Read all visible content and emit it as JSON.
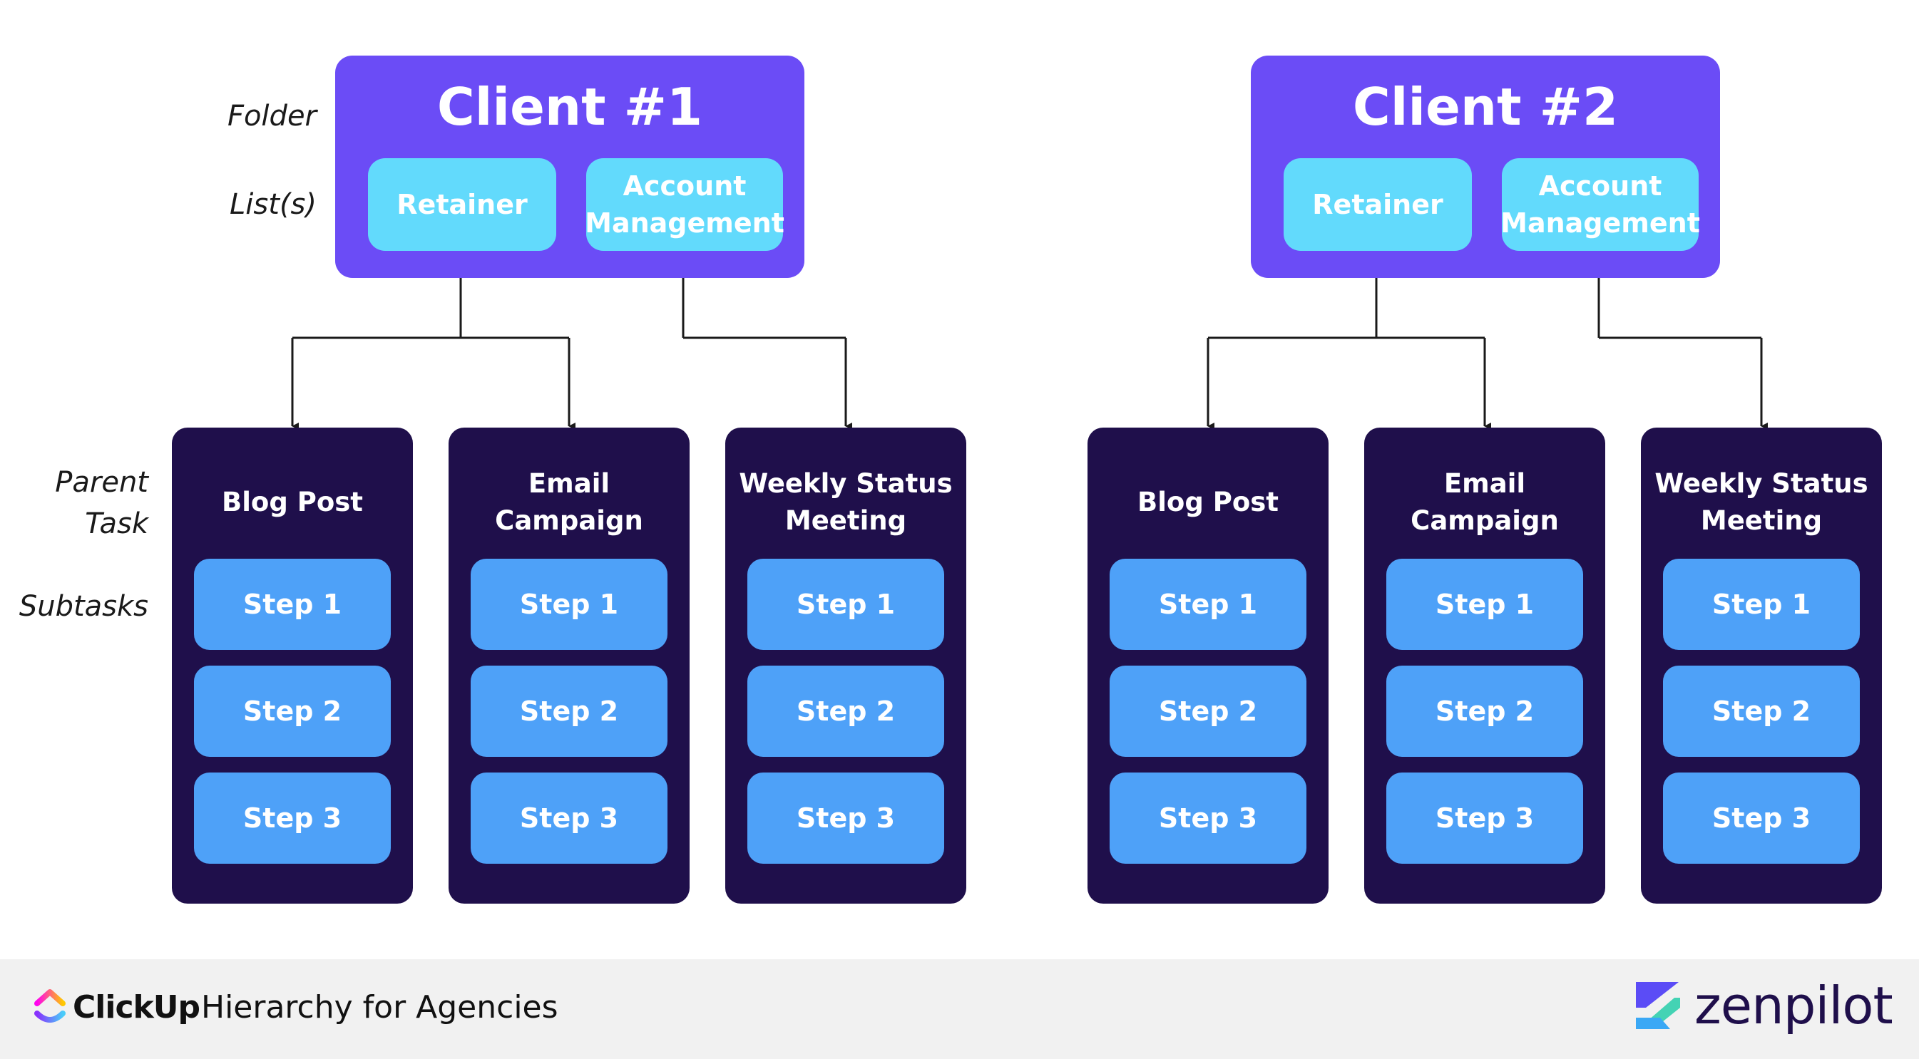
{
  "row_labels": {
    "folder": "Folder",
    "lists": "List(s)",
    "parent_task": "Parent\nTask",
    "subtasks": "Subtasks"
  },
  "clients": [
    {
      "title": "Client #1",
      "lists": [
        "Retainer",
        "Account\nManagement"
      ],
      "tasks": [
        {
          "title": "Blog Post",
          "subtasks": [
            "Step 1",
            "Step 2",
            "Step 3"
          ]
        },
        {
          "title": "Email Campaign",
          "subtasks": [
            "Step 1",
            "Step 2",
            "Step 3"
          ]
        },
        {
          "title": "Weekly Status\nMeeting",
          "subtasks": [
            "Step 1",
            "Step 2",
            "Step 3"
          ]
        }
      ]
    },
    {
      "title": "Client #2",
      "lists": [
        "Retainer",
        "Account\nManagement"
      ],
      "tasks": [
        {
          "title": "Blog Post",
          "subtasks": [
            "Step 1",
            "Step 2",
            "Step 3"
          ]
        },
        {
          "title": "Email Campaign",
          "subtasks": [
            "Step 1",
            "Step 2",
            "Step 3"
          ]
        },
        {
          "title": "Weekly Status\nMeeting",
          "subtasks": [
            "Step 1",
            "Step 2",
            "Step 3"
          ]
        }
      ]
    }
  ],
  "footer": {
    "clickup_logo_text": "ClickUp",
    "caption": "Hierarchy for Agencies",
    "zenpilot_logo_text": "zenpilot"
  },
  "colors": {
    "folder": "#6b4cf6",
    "list": "#62dafc",
    "task": "#1f0f4b",
    "subtask": "#4ea1f8",
    "connector": "#1a1a1a"
  },
  "icons": [
    "clickup-logo-icon",
    "zenpilot-logo-icon"
  ]
}
